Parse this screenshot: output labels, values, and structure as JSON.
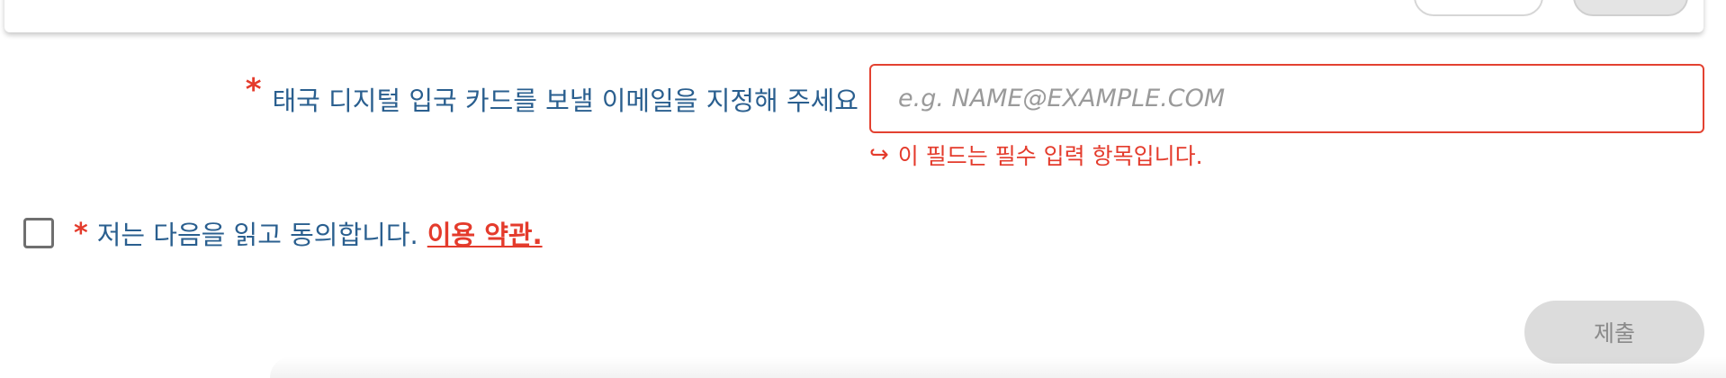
{
  "email_field": {
    "required_marker": "*",
    "label": "태국 디지털 입국 카드를 보낼 이메일을 지정해 주세요",
    "placeholder": "e.g. NAME@EXAMPLE.COM",
    "value": "",
    "error_icon": "return-arrow-icon",
    "error_arrow_glyph": "↪",
    "error_message": "이 필드는 필수 입력 항목입니다."
  },
  "terms": {
    "checked": false,
    "required_marker": "*",
    "text": "저는 다음을 읽고 동의합니다.",
    "link_label": "이용 약관."
  },
  "submit": {
    "label": "제출",
    "enabled": false
  },
  "colors": {
    "label_blue": "#2a5f8f",
    "error_red": "#e43b2c",
    "button_disabled_bg": "#dcdcdc",
    "button_disabled_text": "#8a8a8a"
  }
}
